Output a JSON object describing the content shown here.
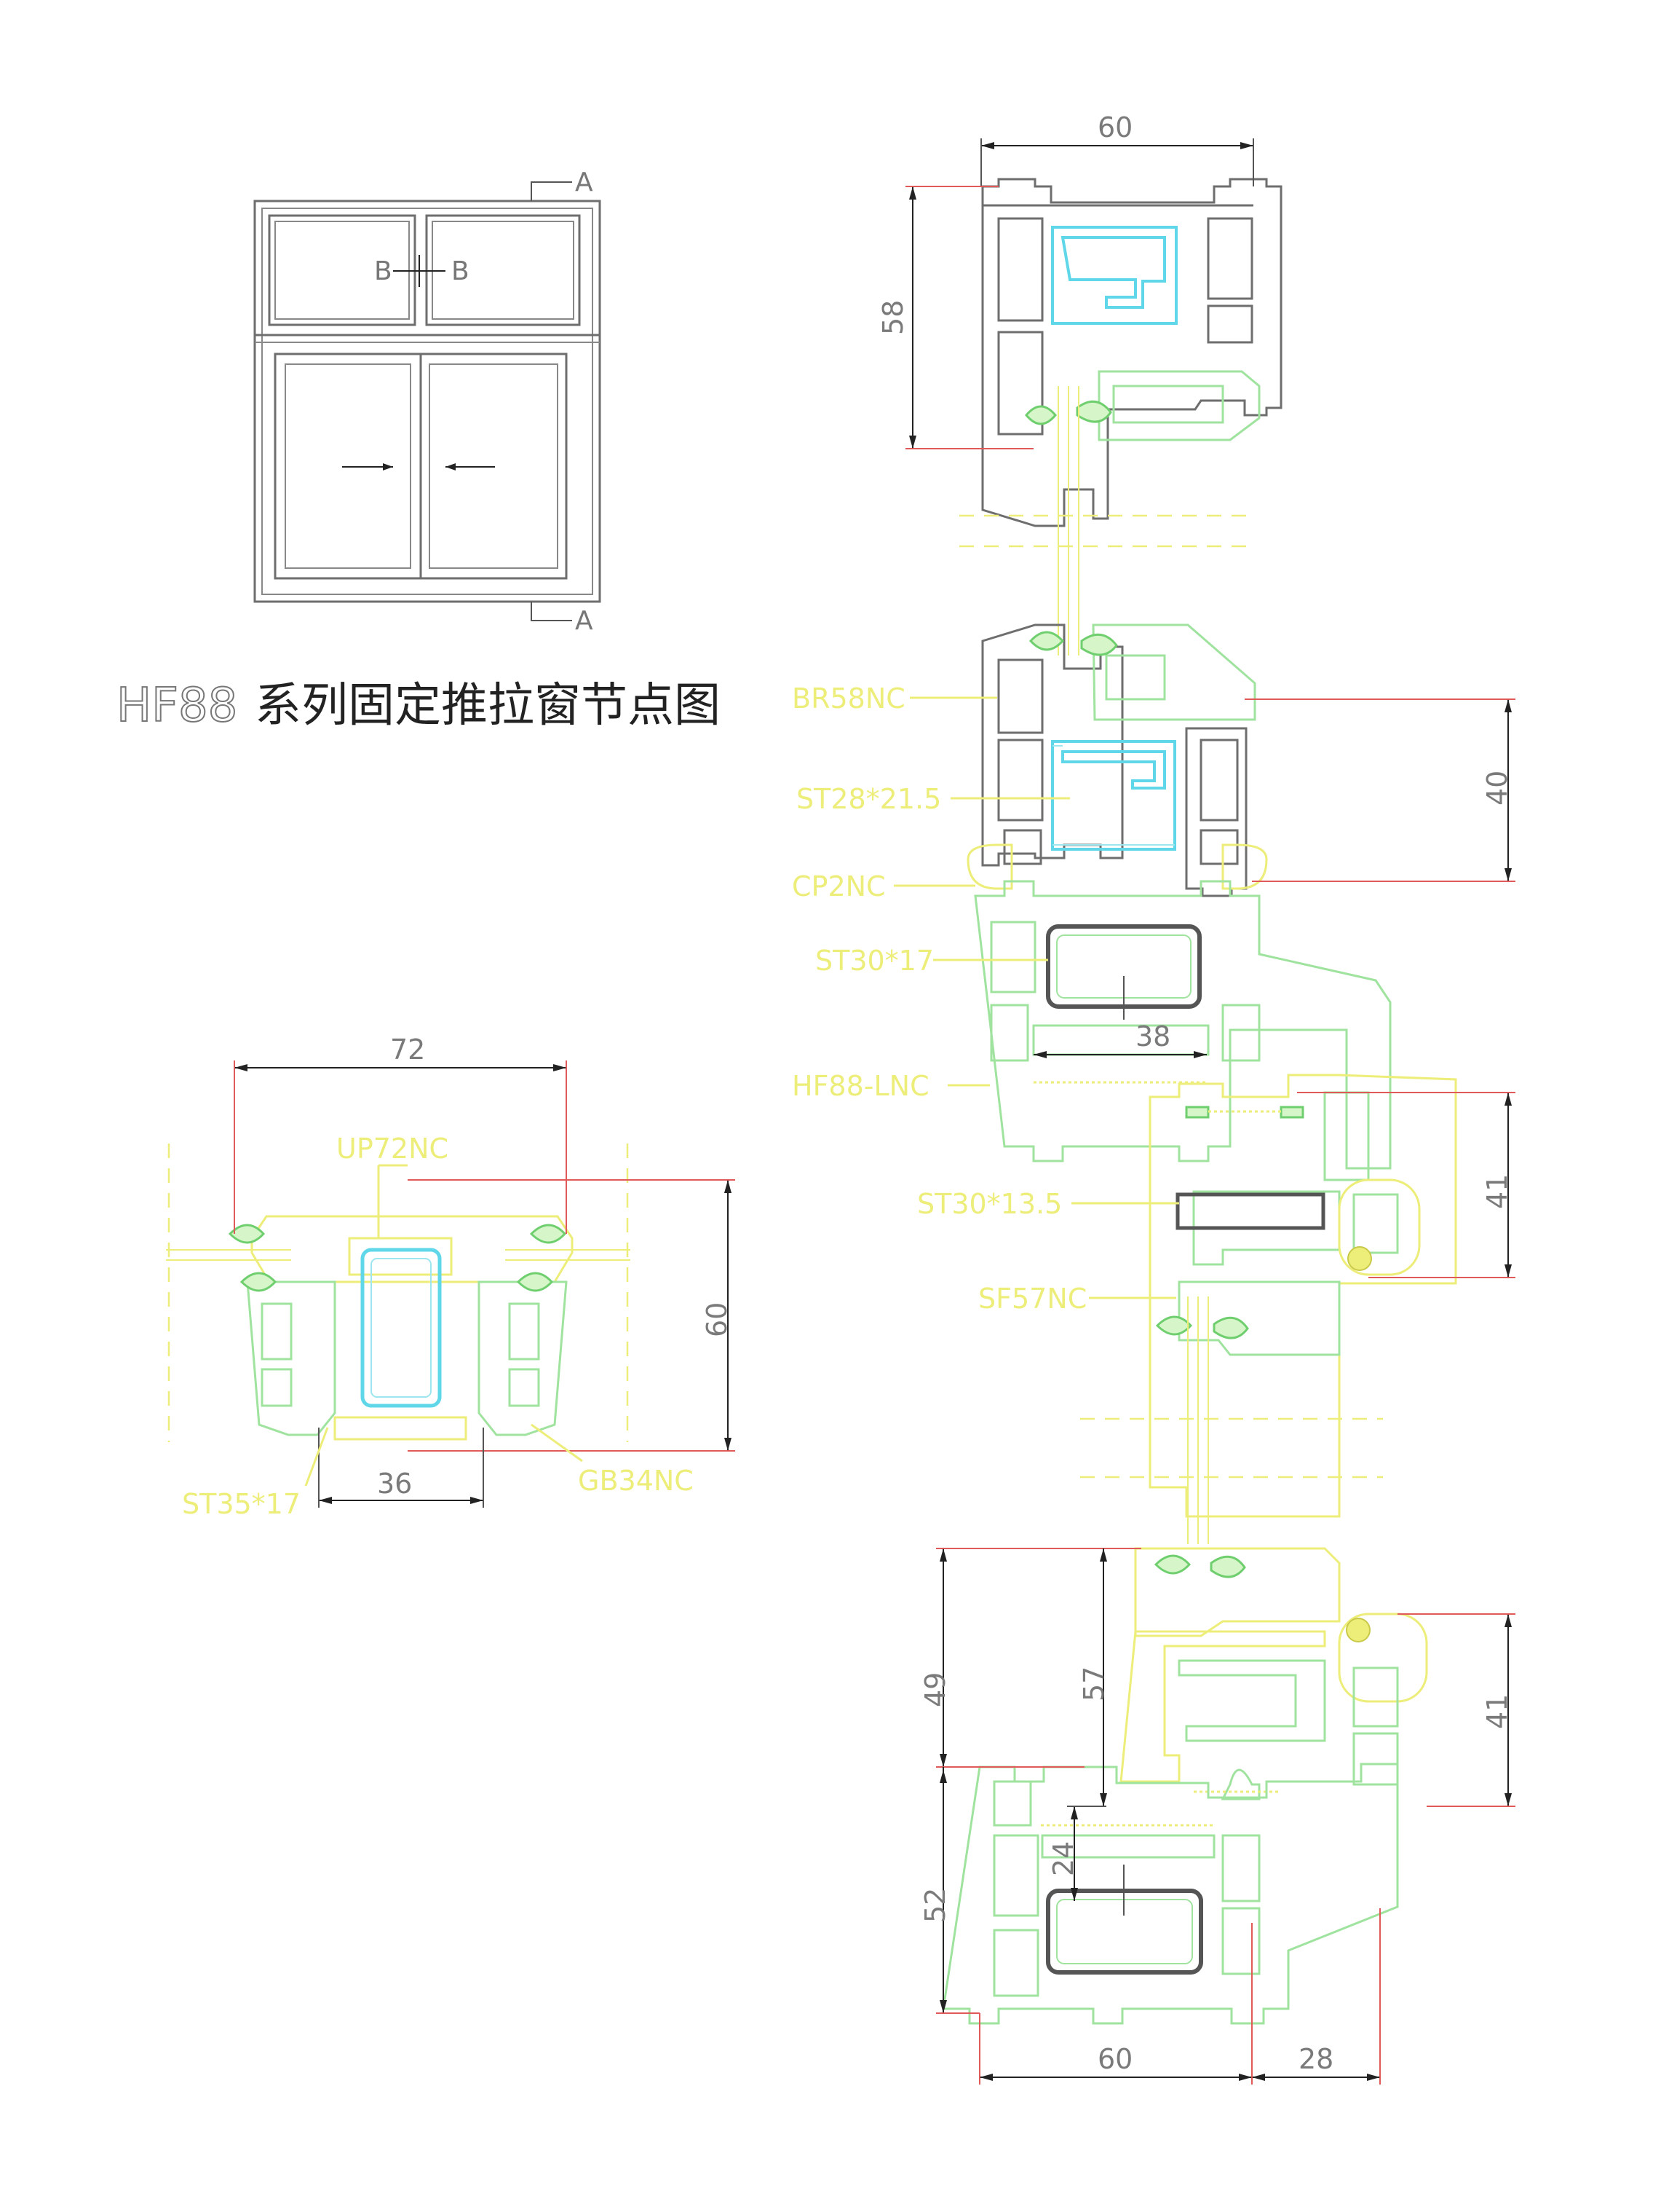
{
  "title": {
    "prefix": "HF88",
    "main": "系列固定推拉窗节点图"
  },
  "elevation": {
    "section_marks": [
      "A",
      "A",
      "B",
      "B"
    ]
  },
  "dimensions": {
    "top_width": "60",
    "top_height": "58",
    "transom_height": "40",
    "rail_inner": "38",
    "sash_upper": "41",
    "sash_lower": "41",
    "sill_49": "49",
    "sill_57": "57",
    "sill_24": "24",
    "sill_52": "52",
    "bottom_width": "60",
    "bottom_offset": "28",
    "mullion_width": "72",
    "mullion_height": "60",
    "mullion_base": "36"
  },
  "labels": {
    "br58nc": "BR58NC",
    "st28": "ST28*21.5",
    "cp2nc": "CP2NC",
    "st30_17": "ST30*17",
    "hf88lnc": "HF88-LNC",
    "st30_135": "ST30*13.5",
    "sf57nc": "SF57NC",
    "up72nc": "UP72NC",
    "st35_17": "ST35*17",
    "gb34nc": "GB34NC"
  },
  "colors": {
    "frame_gray": "#6e6e6e",
    "profile_green": "#9fe39f",
    "label_yellow": "#eded7a",
    "steel_cyan": "#5fd7e8",
    "dimension_red": "#e05a5a"
  }
}
